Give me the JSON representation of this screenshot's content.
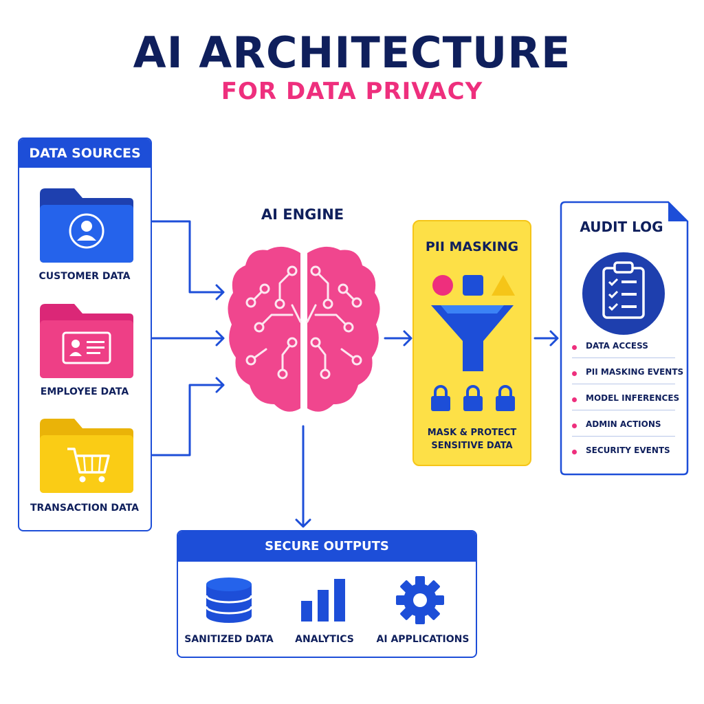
{
  "title": "AI ARCHITECTURE",
  "subtitle": "FOR DATA PRIVACY",
  "data_sources": {
    "header": "DATA SOURCES",
    "items": [
      "CUSTOMER DATA",
      "EMPLOYEE DATA",
      "TRANSACTION DATA"
    ]
  },
  "ai_engine": {
    "label": "AI ENGINE"
  },
  "pii_masking": {
    "header": "PII MASKING",
    "caption_line1": "MASK & PROTECT",
    "caption_line2": "SENSITIVE DATA"
  },
  "audit_log": {
    "header": "AUDIT LOG",
    "items": [
      "DATA ACCESS",
      "PII MASKING EVENTS",
      "MODEL INFERENCES",
      "ADMIN ACTIONS",
      "SECURITY EVENTS"
    ]
  },
  "secure_outputs": {
    "header": "SECURE OUTPUTS",
    "items": [
      "SANITIZED DATA",
      "ANALYTICS",
      "AI APPLICATIONS"
    ]
  },
  "colors": {
    "navy": "#0f1f5c",
    "blue": "#1d4ed8",
    "pink": "#ee2f7d",
    "yellow": "#fde047"
  },
  "icons": [
    "user-folder-icon",
    "id-card-folder-icon",
    "cart-folder-icon",
    "brain-circuit-icon",
    "funnel-icon",
    "lock-icon",
    "clipboard-checklist-icon",
    "database-icon",
    "bar-chart-icon",
    "gear-icon"
  ]
}
